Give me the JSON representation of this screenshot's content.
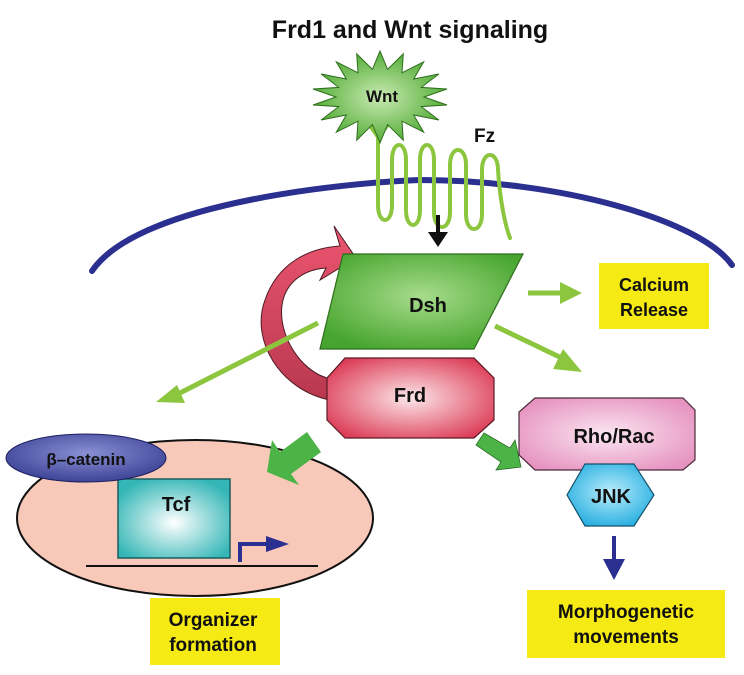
{
  "title": "Frd1 and Wnt signaling",
  "nodes": {
    "wnt": "Wnt",
    "fz": "Fz",
    "dsh": "Dsh",
    "frd": "Frd",
    "beta_catenin": "β–catenin",
    "tcf": "Tcf",
    "rho_rac": "Rho/Rac",
    "jnk": "JNK"
  },
  "outcomes": {
    "calcium": [
      "Calcium",
      "Release"
    ],
    "organizer": [
      "Organizer",
      "formation"
    ],
    "morpho": [
      "Morphogenetic",
      "movements"
    ]
  },
  "colors": {
    "membrane": "#2b2f8f",
    "fz": "#8cc63f",
    "wnt": "#5cb83a",
    "dsh": "#5ab53f",
    "frd": "#e5506a",
    "pathway_arrow": "#8cc63f",
    "outcome_bg": "#f5ea14",
    "rho_rac": "#ee9ec8",
    "jnk": "#38bde9",
    "tcf": "#3bbcbc",
    "beta_catenin": "#5359a8",
    "nucleus": "#f8c9b8",
    "feedback": "#d9455f"
  }
}
